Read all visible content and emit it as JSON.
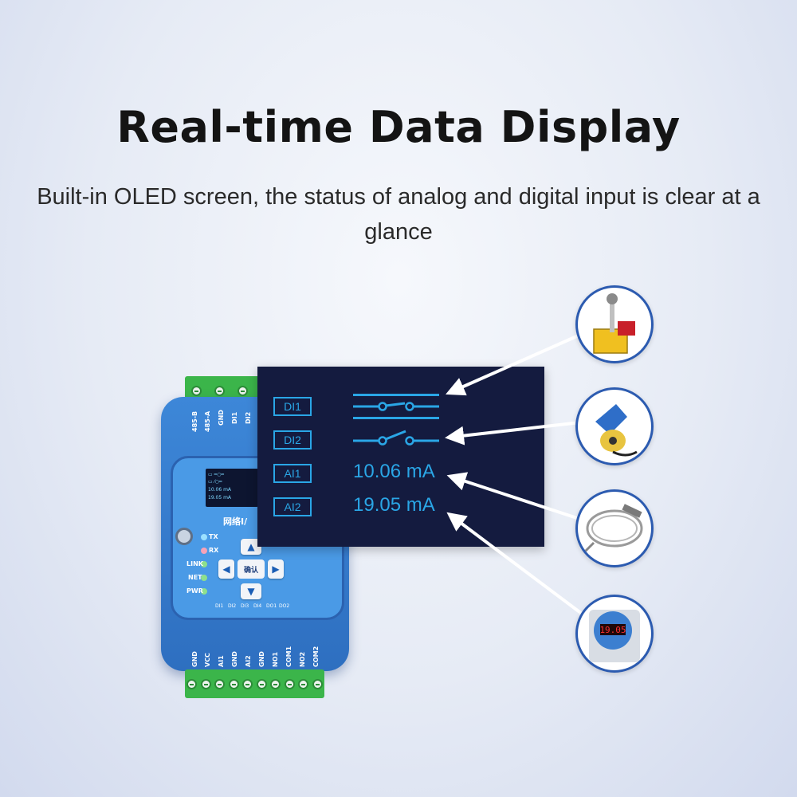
{
  "header": {
    "title": "Real-time Data Display",
    "subtitle": "Built-in OLED screen, the status of analog and digital input is clear at a glance"
  },
  "device": {
    "top_pins": [
      "485-B",
      "485-A",
      "GND",
      "DI1",
      "DI2"
    ],
    "bottom_pins": [
      "GND",
      "VCC",
      "AI1",
      "GND",
      "AI2",
      "GND",
      "NO1",
      "COM1",
      "NO2",
      "COM2"
    ],
    "logo_text": "网络I/",
    "leds": [
      "TX",
      "RX",
      "LINK",
      "NET",
      "PWR"
    ],
    "ok_button": "确认",
    "io_labels": [
      "DI1",
      "DI2",
      "DI3",
      "DI4",
      "DO1",
      "DO2"
    ],
    "mini_screen": {
      "ai1": "10.06 mA",
      "ai2": "19.05 mA"
    }
  },
  "oled": {
    "rows": [
      {
        "tag": "DI1",
        "kind": "switch",
        "state": "closed"
      },
      {
        "tag": "DI2",
        "kind": "switch",
        "state": "open"
      },
      {
        "tag": "AI1",
        "kind": "value",
        "value": "10.06",
        "unit": "mA"
      },
      {
        "tag": "AI2",
        "kind": "value",
        "value": "19.05",
        "unit": "mA"
      }
    ]
  },
  "sensors": {
    "pressure_display": "19.05"
  },
  "colors": {
    "accent": "#2aa6e6",
    "oled_bg": "#141b3f",
    "device_blue": "#3d87d8",
    "terminal_green": "#3bb54a"
  }
}
